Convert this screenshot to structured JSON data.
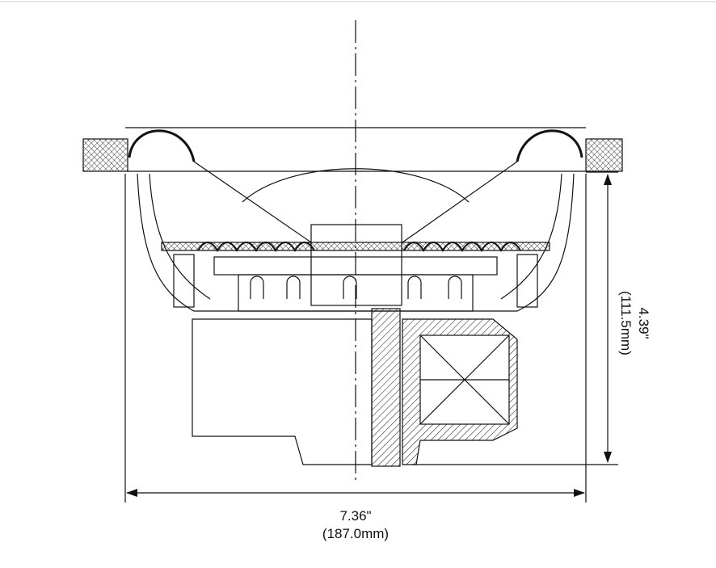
{
  "dimensions": {
    "width_in": "7.36\"",
    "width_mm": "(187.0mm)",
    "height_in": "4.39\"",
    "height_mm": "(111.5mm)"
  },
  "colors": {
    "line": "#111111",
    "frame": "#cccccc"
  }
}
